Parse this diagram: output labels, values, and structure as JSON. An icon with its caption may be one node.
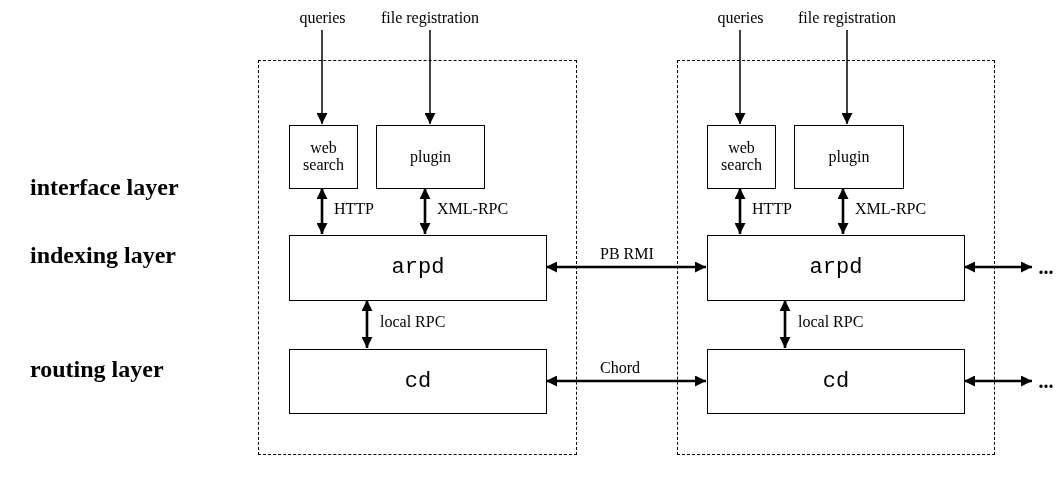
{
  "diagram": {
    "nodes": [
      {
        "text": [
          "queries"
        ]
      },
      {
        "text": [
          "file registration"
        ]
      },
      {
        "text": [
          "queries"
        ]
      },
      {
        "text": [
          "file registration"
        ]
      },
      {
        "text": [],
        "shape": "box"
      },
      {
        "text": [
          "web search"
        ],
        "in": 4
      },
      {
        "text": [
          "plugin"
        ],
        "in": 4
      },
      {
        "text": [
          "arpd"
        ],
        "in": 4
      },
      {
        "text": [
          "cd"
        ],
        "in": 4
      },
      {
        "text": [],
        "shape": "box"
      },
      {
        "text": [
          "web search"
        ],
        "in": 9
      },
      {
        "text": [
          "plugin"
        ],
        "in": 9
      },
      {
        "text": [
          "arpd"
        ],
        "in": 9
      },
      {
        "text": [
          "cd"
        ],
        "in": 9
      },
      {
        "text": [
          "..."
        ]
      },
      {
        "text": [
          "..."
        ]
      }
    ],
    "edges": [
      {
        "from": 0,
        "to": 5,
        "arrow": "to"
      },
      {
        "from": 1,
        "to": 6,
        "arrow": "to"
      },
      {
        "from": 2,
        "to": 10,
        "arrow": "to"
      },
      {
        "from": 3,
        "to": 11,
        "arrow": "to"
      },
      {
        "from": 5,
        "to": 7,
        "arrow": "both",
        "label": "HTTP"
      },
      {
        "from": 6,
        "to": 7,
        "arrow": "both",
        "label": "XML-RPC"
      },
      {
        "from": 7,
        "to": 8,
        "arrow": "both",
        "label": "local RPC"
      },
      {
        "from": 10,
        "to": 12,
        "arrow": "both",
        "label": "HTTP"
      },
      {
        "from": 11,
        "to": 12,
        "arrow": "both",
        "label": "XML-RPC"
      },
      {
        "from": 12,
        "to": 13,
        "arrow": "both",
        "label": "local RPC"
      },
      {
        "from": 7,
        "to": 12,
        "arrow": "both",
        "label": "PB RMI"
      },
      {
        "from": 8,
        "to": 13,
        "arrow": "both",
        "label": "Chord"
      },
      {
        "from": 12,
        "to": 14,
        "arrow": "both"
      },
      {
        "from": 13,
        "to": 15,
        "arrow": "both"
      }
    ],
    "labels": [
      "interface layer",
      "indexing layer",
      "routing layer"
    ]
  }
}
